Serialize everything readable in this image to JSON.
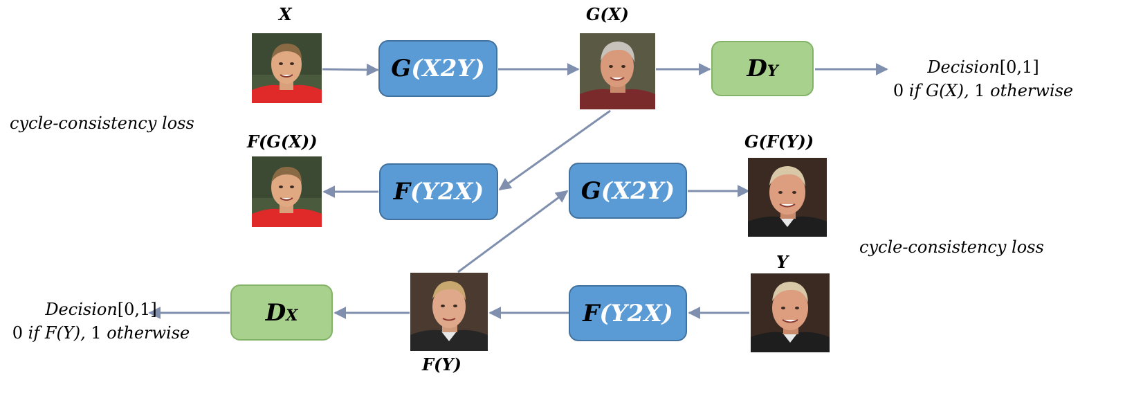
{
  "labels": {
    "x": "X",
    "g_of_x": "G(X)",
    "f_of_g_of_x": "F(G(X))",
    "g_of_f_of_y": "G(F(Y))",
    "y": "Y",
    "f_of_y": "F(Y)",
    "cycle_loss_left": "cycle-consistency loss",
    "cycle_loss_right": "cycle-consistency loss"
  },
  "boxes": {
    "g_top": {
      "prefix": "G",
      "inner": "(X2Y)"
    },
    "dy": {
      "main": "D",
      "sub": "Y"
    },
    "f_mid": {
      "prefix": "F",
      "inner": "(Y2X)"
    },
    "g_mid": {
      "prefix": "G",
      "inner": "(X2Y)"
    },
    "f_bottom": {
      "prefix": "F",
      "inner": "(Y2X)"
    },
    "dx": {
      "main": "D",
      "sub": "X"
    }
  },
  "decisions": {
    "top": {
      "line1_word": "Decision",
      "line1_range": "[0,1]",
      "line2_zero": "0",
      "line2_if": "if",
      "line2_expr": "G(X),",
      "line2_one": "1",
      "line2_otherwise": "otherwise"
    },
    "bottom": {
      "line1_word": "Decision",
      "line1_range": "[0,1]",
      "line2_zero": "0",
      "line2_if": "if",
      "line2_expr": "F(Y),",
      "line2_one": "1",
      "line2_otherwise": "otherwise"
    }
  },
  "colors": {
    "generator_fill": "#5b9bd5",
    "discriminator_fill": "#a9d18e",
    "arrow": "#7f8fad"
  }
}
